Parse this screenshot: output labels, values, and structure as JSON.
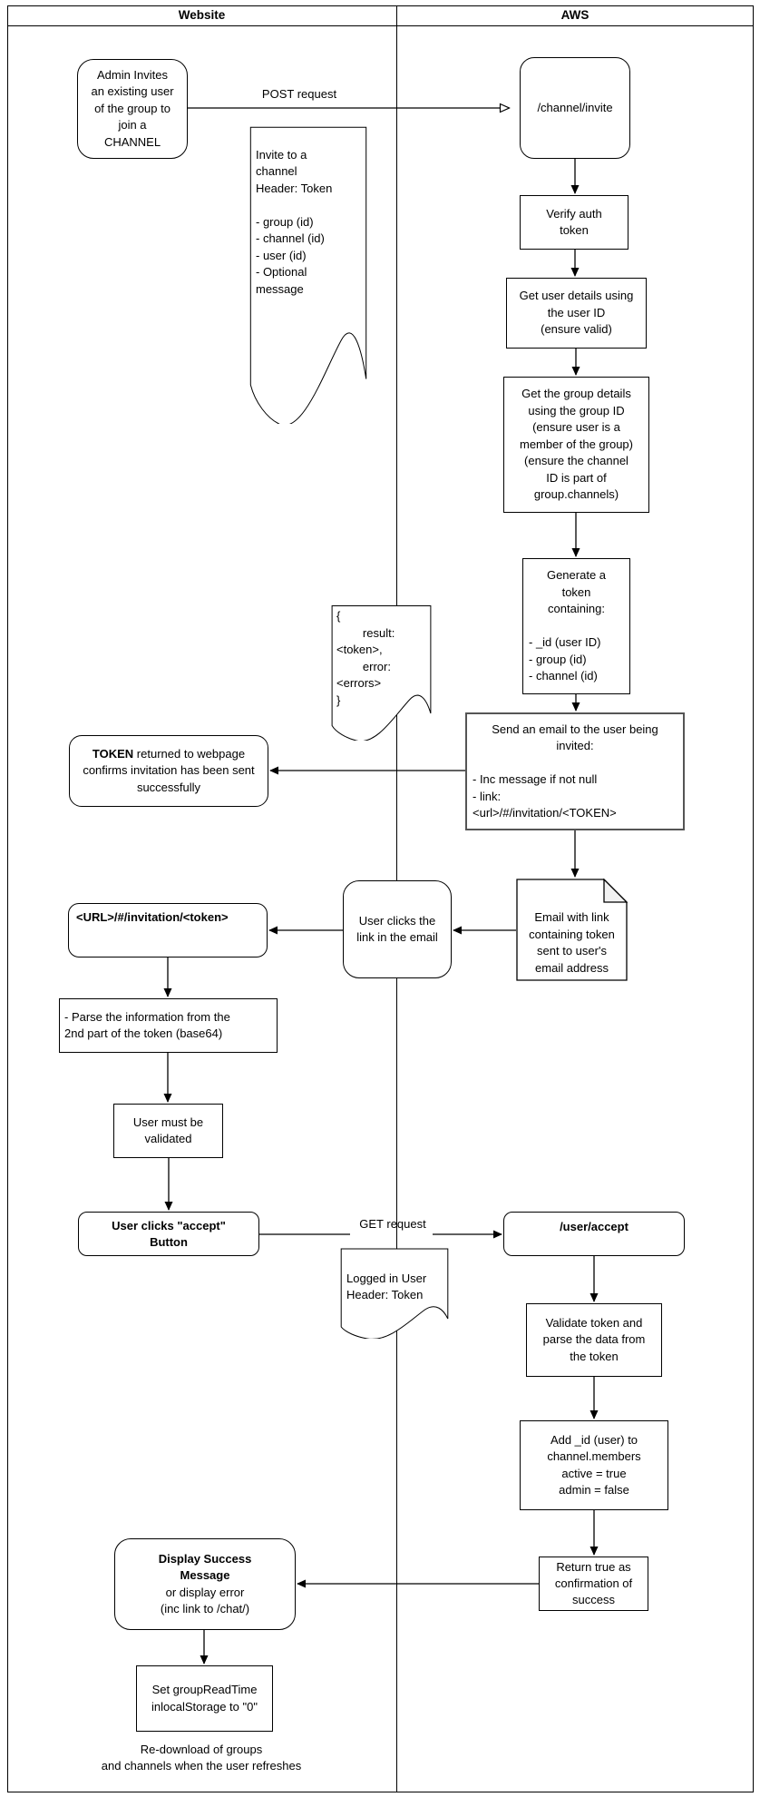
{
  "header": {
    "website_label": "Website",
    "aws_label": "AWS"
  },
  "edge_labels": {
    "post_request": "POST request",
    "get_request": "GET request"
  },
  "nodes": {
    "admin_invite": {
      "text": "Admin Invites\nan existing user\nof the group to\njoin a\nCHANNEL"
    },
    "invite_note": {
      "title": "Invite to a\nchannel",
      "body": "\nHeader: Token\n\n- group (id)\n- channel (id)\n- user (id)\n- Optional\nmessage"
    },
    "channel_invite_endpoint": {
      "text": "/channel/invite"
    },
    "verify_auth": {
      "text": "Verify auth\ntoken"
    },
    "get_user_details": {
      "text": "Get user details using\nthe user ID\n(ensure valid)"
    },
    "get_group_details": {
      "text": "Get the group details\nusing the group ID\n(ensure user is a\nmember of the group)\n(ensure the channel\nID is part of\ngroup.channels)"
    },
    "generate_token": {
      "head": "Generate a\ntoken\ncontaining:",
      "list": "\n- _id (user ID)\n- group (id)\n- channel (id)"
    },
    "result_note": {
      "text": "{\n        result:\n<token>,\n        error:\n<errors>\n}"
    },
    "send_email": {
      "head": "Send an email to the user being\ninvited:",
      "list": "\n- Inc message if not null\n- link:\n<url>/#/invitation/<TOKEN>"
    },
    "token_returned": {
      "bold": "TOKEN",
      "rest": " returned to webpage confirms invitation has been sent successfully"
    },
    "email_note": {
      "text": "Email with link\ncontaining token\nsent to user's\nemail address"
    },
    "user_clicks_link": {
      "text": "User clicks the\nlink in the email"
    },
    "invitation_url": {
      "text": "<URL>/#/invitation/<token>"
    },
    "parse_token": {
      "text": "- Parse the information from the\n2nd part of the token (base64)"
    },
    "user_validated": {
      "text": "User must be\nvalidated"
    },
    "accept_button": {
      "text": "User clicks \"accept\"\nButton"
    },
    "logged_in_note": {
      "title": "Logged in User",
      "body": "\nHeader: Token"
    },
    "user_accept_endpoint": {
      "text": "/user/accept"
    },
    "validate_token": {
      "text": "Validate token and\nparse the data from\nthe token"
    },
    "add_member": {
      "text": "Add _id (user) to\nchannel.members\nactive = true\nadmin = false"
    },
    "return_true": {
      "text": "Return true as\nconfirmation of\nsuccess"
    },
    "display_success": {
      "bold": "Display Success\nMessage",
      "rest": "or display error\n(inc link to /chat/)"
    },
    "set_group_read_time": {
      "text": "Set groupReadTime\ninlocalStorage to \"0\""
    }
  },
  "footer_note": "Re-download of groups\nand channels when the user refreshes"
}
